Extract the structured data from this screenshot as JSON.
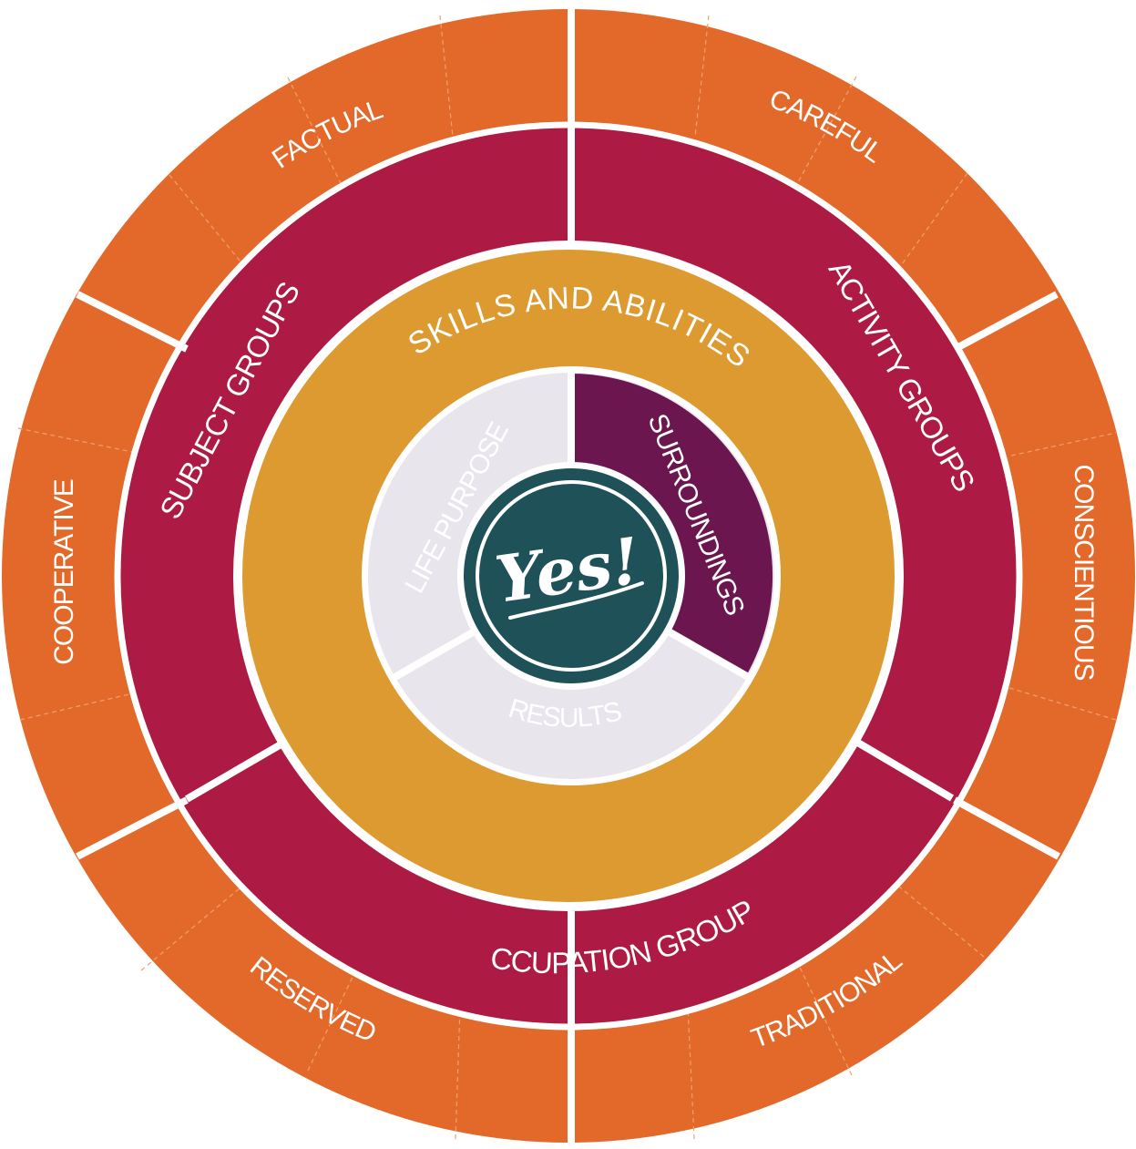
{
  "colors": {
    "outer": "#E3692A",
    "ring": "#AD1A43",
    "skills": "#DC9A30",
    "inner": "#E9E5EC",
    "highlight": "#6B164F",
    "logo": "#1E5258",
    "divider": "#ffffff"
  },
  "outer_ring": {
    "segments": [
      {
        "label": "FACTUAL"
      },
      {
        "label": "CAREFUL"
      },
      {
        "label": "CONSCIENTIOUS"
      },
      {
        "label": "TRADITIONAL"
      },
      {
        "label": "RESERVED"
      },
      {
        "label": "COOPERATIVE"
      }
    ]
  },
  "middle_ring": {
    "segments": [
      {
        "label": "SUBJECT GROUPS"
      },
      {
        "label": "ACTIVITY GROUPS"
      },
      {
        "label": "OCCUPATION GROUPS"
      }
    ]
  },
  "skills_ring": {
    "label": "SKILLS AND ABILITIES"
  },
  "inner_ring": {
    "segments": [
      {
        "label": "LIFE PURPOSE"
      },
      {
        "label": "SURROUNDINGS"
      },
      {
        "label": "RESULTS"
      }
    ]
  },
  "center": {
    "logo_text": "Yes!"
  }
}
